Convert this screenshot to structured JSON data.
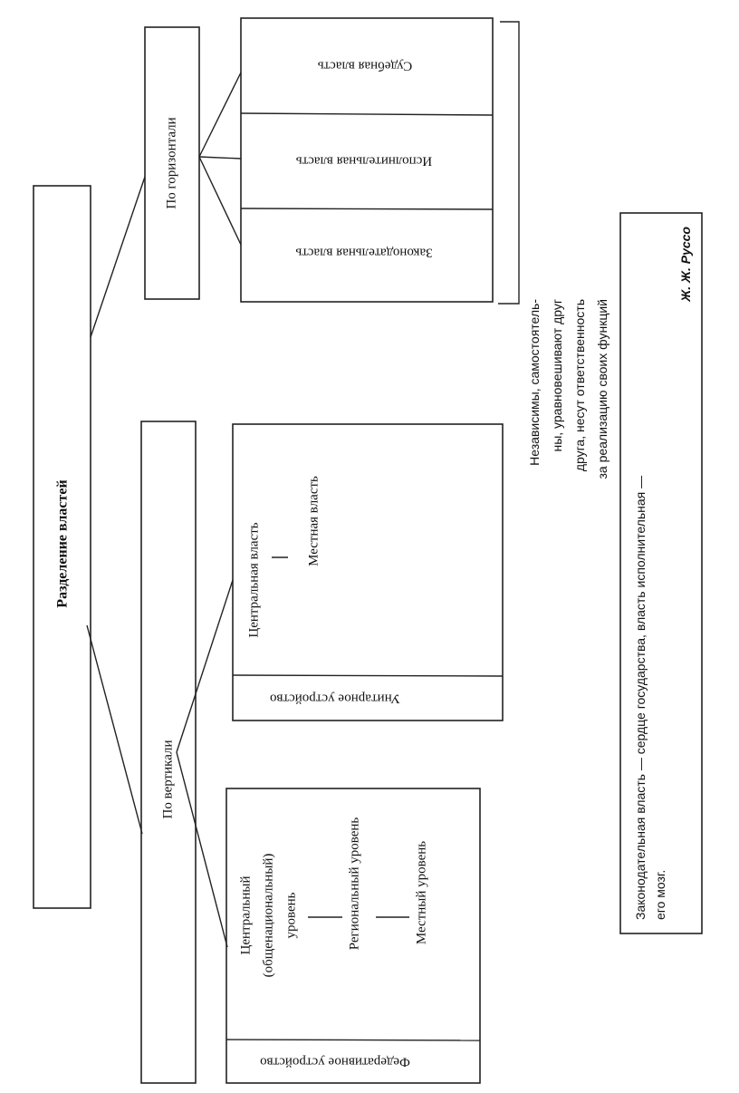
{
  "root": "Разделение властей",
  "horizontal": {
    "label": "По горизонтали",
    "branches": [
      "Судебная власть",
      "Исполнительная власть",
      "Законодательная власть"
    ],
    "note": [
      "Независимы, самостоятель-",
      "ны, уравновешивают друг",
      "друга, несут ответственность",
      "за реализацию своих функций"
    ]
  },
  "vertical": {
    "label": "По вертикали",
    "unitary": {
      "title": "Унитарное устройство",
      "central": "Центральная власть",
      "local": "Местная власть"
    },
    "federal": {
      "title": "Федеративное устройство",
      "central": [
        "Центральный",
        "(общенациональный)",
        "уровень"
      ],
      "regional": "Региональный уровень",
      "local": "Местный уровень"
    }
  },
  "quote": {
    "lines": [
      "Законодательная власть — сердце государства, власть исполнительная —",
      "его мозг."
    ],
    "author": "Ж. Ж. Руссо"
  }
}
